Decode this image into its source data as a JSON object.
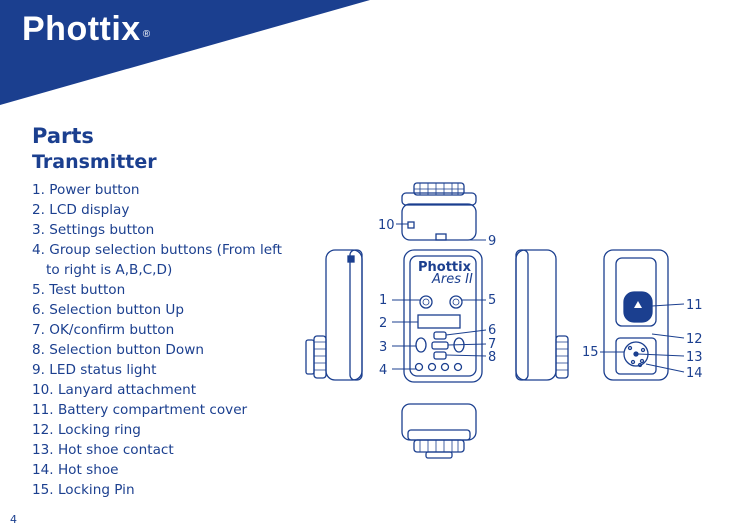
{
  "brand": {
    "name": "Phottix",
    "registered": "®"
  },
  "heading": "Parts",
  "subheading": "Transmitter",
  "parts": [
    "1. Power button",
    "2. LCD display",
    "3. Settings button",
    "4. Group selection buttons (From left to right is A,B,C,D)",
    "5. Test button",
    "6. Selection button Up",
    "7. OK/confirm button",
    "8. Selection button Down",
    "9. LED status light",
    "10. Lanyard attachment",
    "11. Battery compartment cover",
    "12. Locking ring",
    "13. Hot shoe contact",
    "14. Hot shoe",
    "15. Locking Pin"
  ],
  "device": {
    "brand": "Phottix",
    "model": "Ares II"
  },
  "callouts": [
    "1",
    "2",
    "3",
    "4",
    "5",
    "6",
    "7",
    "8",
    "9",
    "10",
    "11",
    "12",
    "13",
    "14",
    "15"
  ],
  "page_number": "4",
  "colors": {
    "brand_blue": "#1b3f8f",
    "line": "#1b3f8f",
    "white": "#ffffff"
  }
}
